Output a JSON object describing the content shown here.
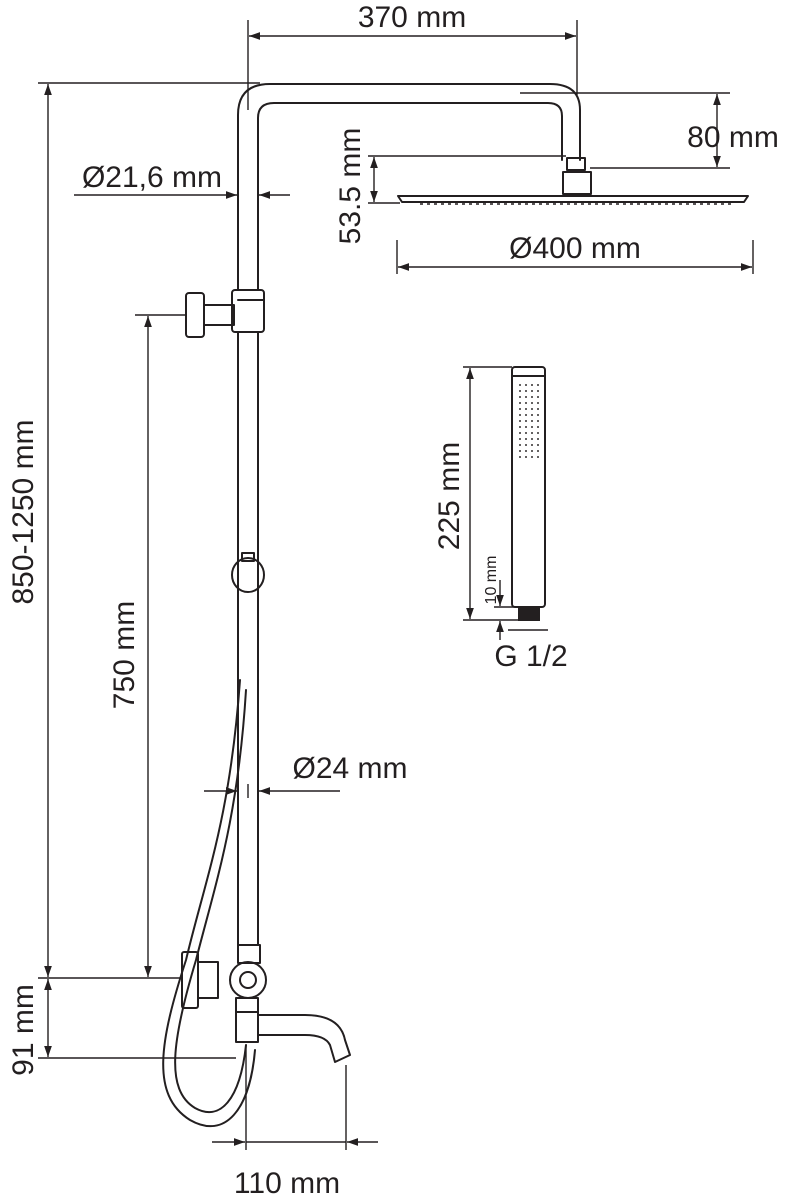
{
  "dimensions": {
    "arm_length": "370 mm",
    "arm_drop": "80 mm",
    "pipe_diameter_upper": "Ø21,6 mm",
    "head_height": "53.5 mm",
    "head_diameter": "Ø400 mm",
    "total_height": "850-1250 mm",
    "slide_height": "750 mm",
    "pipe_diameter_lower": "Ø24 mm",
    "mixer_height": "91 mm",
    "spout_length": "110 mm",
    "hand_shower_length": "225 mm",
    "hand_shower_thread_length": "10 mm",
    "hand_shower_thread": "G 1/2"
  }
}
